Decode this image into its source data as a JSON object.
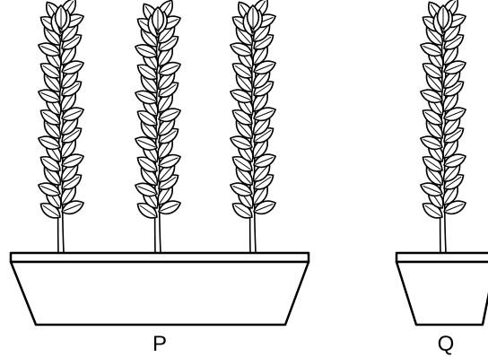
{
  "diagram": {
    "pots": [
      {
        "label": "P",
        "plant_count": 3
      },
      {
        "label": "Q",
        "plant_count": 1
      }
    ],
    "colors": {
      "stroke": "#000000",
      "fill": "#ffffff"
    }
  }
}
